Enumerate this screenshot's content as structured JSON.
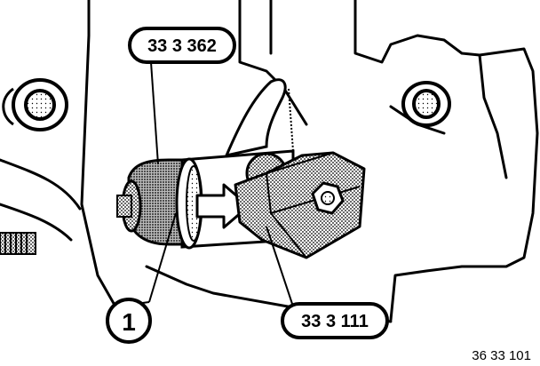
{
  "callouts": {
    "tool_top": "33 3 362",
    "tool_bottom": "33 3 111",
    "item_number": "1"
  },
  "figure_code": "36 33 101",
  "colors": {
    "ink": "#000000",
    "background": "#ffffff",
    "shade_dark": "#777777",
    "shade_mid": "#a8a8a8",
    "shade_light": "#d4d4d4"
  }
}
